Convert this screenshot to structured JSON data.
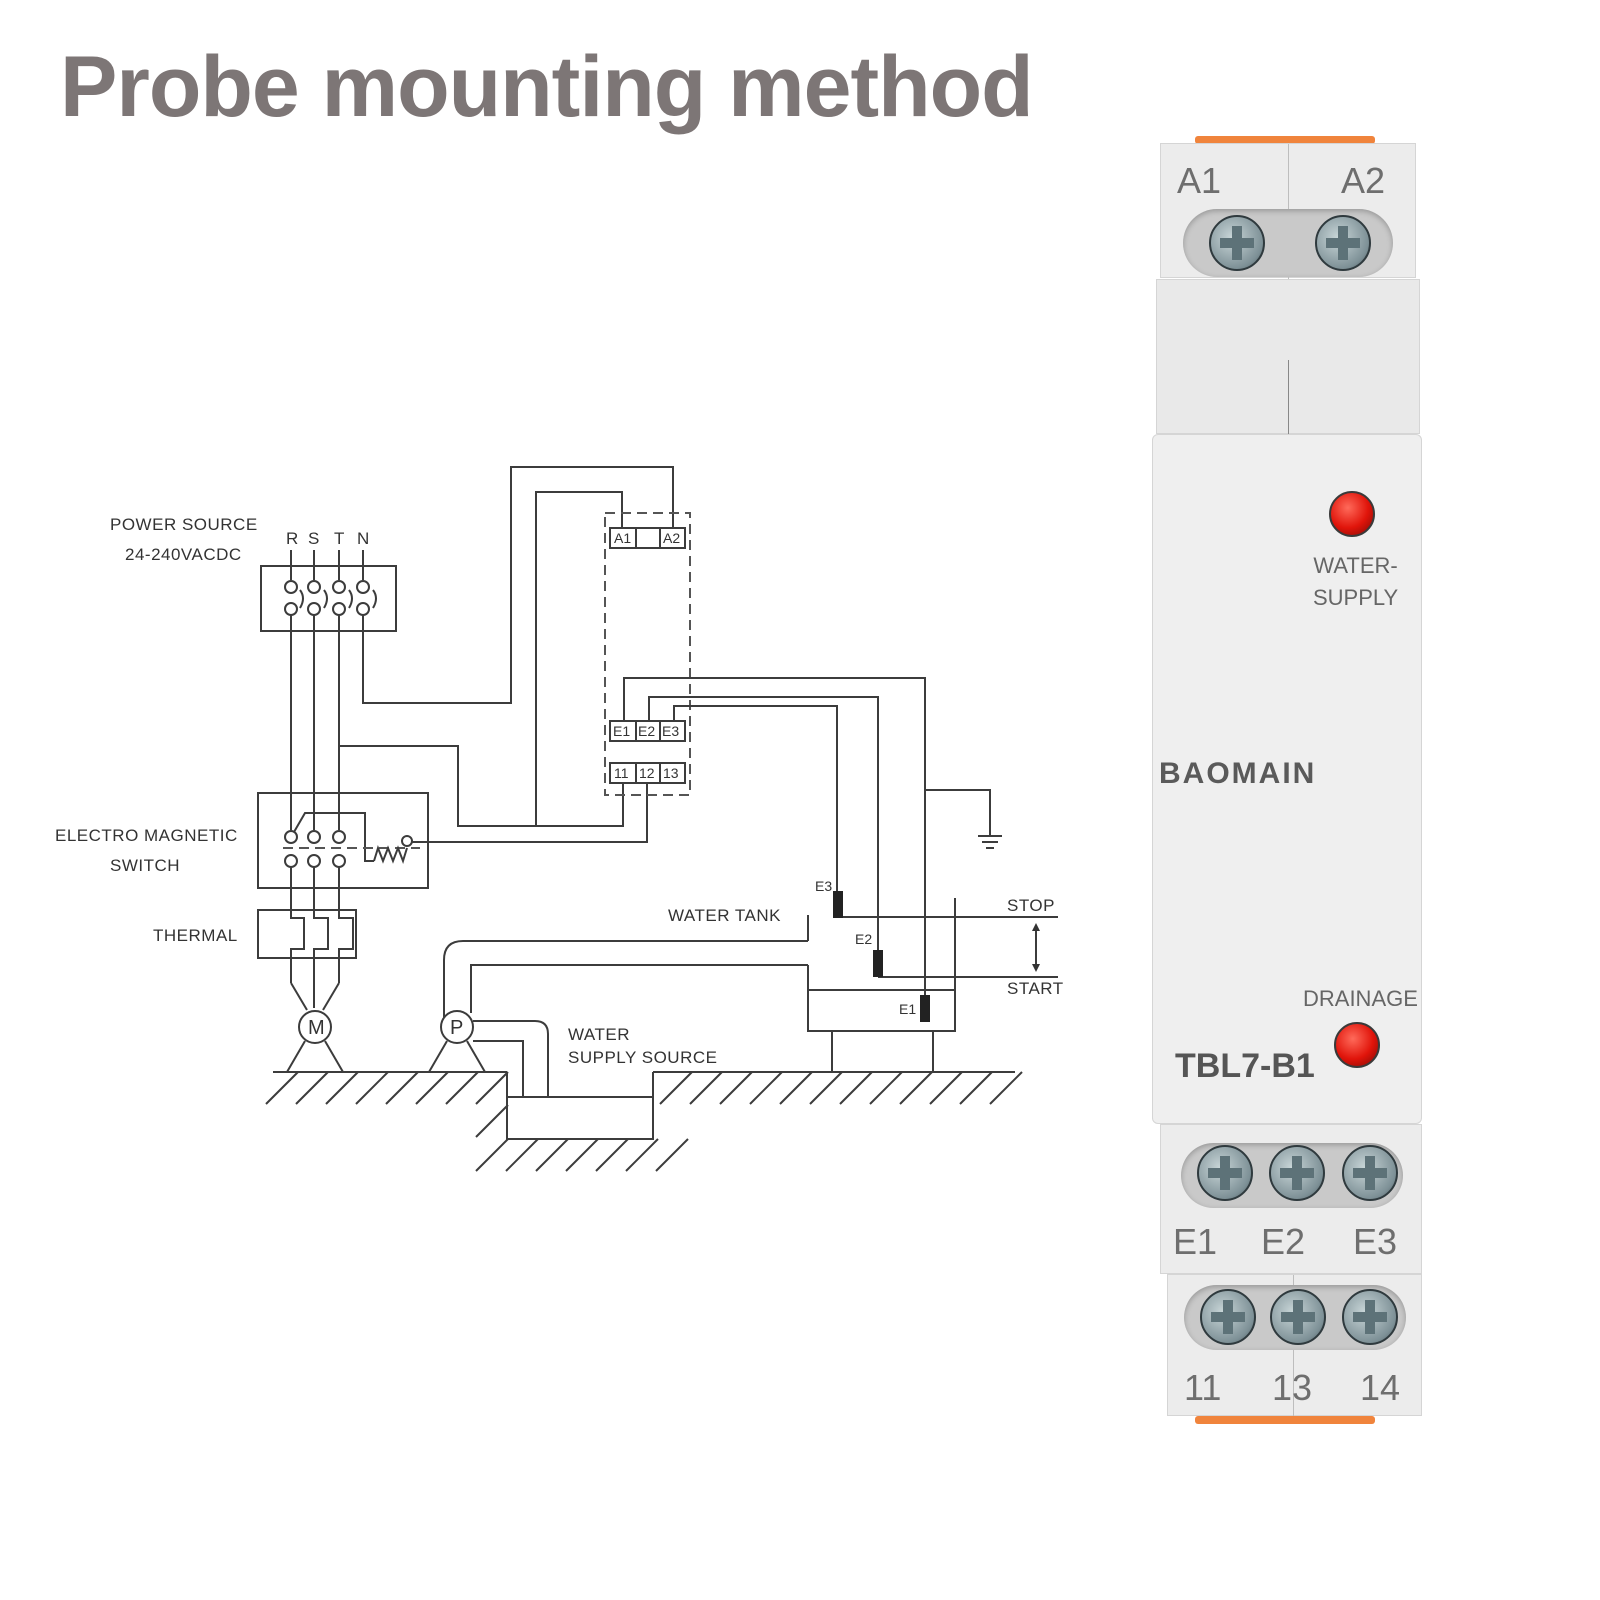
{
  "title": "Probe mounting method",
  "diagram": {
    "power_source": {
      "label_line1": "POWER SOURCE",
      "label_line2": "24-240VACDC",
      "phases": [
        "R",
        "S",
        "T",
        "N"
      ]
    },
    "electro_magnetic_switch": {
      "label_line1": "ELECTRO MAGNETIC",
      "label_line2": "SWITCH"
    },
    "thermal": {
      "label": "THERMAL"
    },
    "motor": {
      "symbol": "M"
    },
    "pump": {
      "symbol": "P"
    },
    "relay_terminals": {
      "supply": [
        "A1",
        "",
        "A2"
      ],
      "probes": [
        "E1",
        "E2",
        "E3"
      ],
      "contacts": [
        "11",
        "12",
        "13"
      ]
    },
    "water_tank": {
      "label": "WATER TANK",
      "probes": [
        "E3",
        "E2",
        "E1"
      ],
      "stop_label": "STOP",
      "start_label": "START"
    },
    "water_supply_source": {
      "label_line1": "WATER",
      "label_line2": "SUPPLY SOURCE"
    }
  },
  "device": {
    "brand": "BAOMAIN",
    "model": "TBL7-B1",
    "top_terminals": [
      "A1",
      "A2"
    ],
    "indicators": [
      {
        "label_line1": "WATER-",
        "label_line2": "SUPPLY",
        "color": "#e0140a"
      },
      {
        "label": "DRAINAGE",
        "color": "#e0140a"
      }
    ],
    "probe_terminals": [
      "E1",
      "E2",
      "E3"
    ],
    "contact_terminals": [
      "11",
      "13",
      "14"
    ],
    "accent_color": "#f0843c"
  }
}
